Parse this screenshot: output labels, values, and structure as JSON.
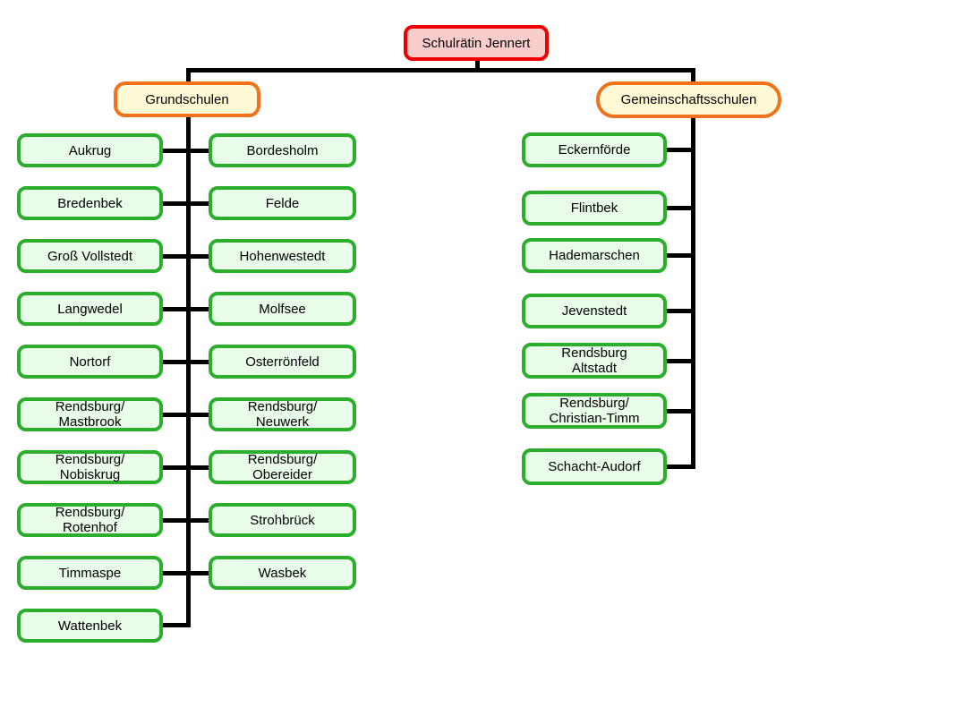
{
  "org": {
    "root": "Schulrätin Jennert",
    "branches": [
      {
        "label": "Grundschulen",
        "columns": [
          [
            "Aukrug",
            "Bredenbek",
            "Groß Vollstedt",
            "Langwedel",
            "Nortorf",
            "Rendsburg/\nMastbrook",
            "Rendsburg/\nNobiskrug",
            "Rendsburg/\nRotenhof",
            "Timmaspe",
            "Wattenbek"
          ],
          [
            "Bordesholm",
            "Felde",
            "Hohenwestedt",
            "Molfsee",
            "Osterrönfeld",
            "Rendsburg/\nNeuwerk",
            "Rendsburg/\nObereider",
            "Strohbrück",
            "Wasbek"
          ]
        ]
      },
      {
        "label": "Gemeinschaftsschulen",
        "columns": [
          [
            "Eckernförde",
            "Flintbek",
            "Hademarschen",
            "Jevenstedt",
            "Rendsburg\nAltstadt",
            "Rendsburg/\nChristian-Timm",
            "Schacht-Audorf"
          ]
        ]
      }
    ],
    "colors": {
      "root_fill": "#FACDCD",
      "root_border": "#EE0000",
      "branch_fill": "#FFF9D6",
      "branch_border": "#F0731C",
      "school_fill": "#E9FBE9",
      "school_border": "#2BAE2B",
      "line": "#000000"
    }
  }
}
